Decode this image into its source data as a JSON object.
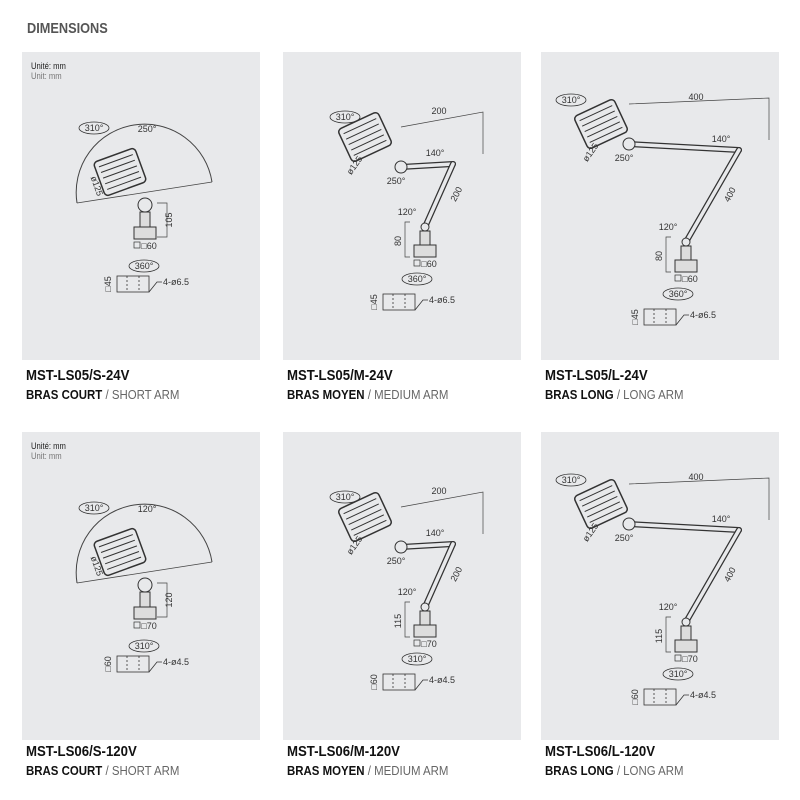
{
  "title": "DIMENSIONS",
  "units": {
    "fr": "Unité: mm",
    "en": "Unit: mm"
  },
  "products": [
    {
      "model": "MST-LS05/S-24V",
      "arm_fr": "BRAS COURT",
      "arm_en": "/ SHORT ARM",
      "type": "short",
      "units": true,
      "labels": {
        "head_rot": "310°",
        "sweep": "250°",
        "dia": "ø125",
        "height": "105",
        "base": "□60",
        "base_rot": "360°",
        "plate": "□45",
        "holes": "4-ø6.5"
      }
    },
    {
      "model": "MST-LS05/M-24V",
      "arm_fr": "BRAS MOYEN",
      "arm_en": "/ MEDIUM ARM",
      "type": "medium",
      "units": false,
      "labels": {
        "head_rot": "310°",
        "arm1": "200",
        "elbow": "140°",
        "dia": "ø125",
        "head_angle": "250°",
        "lower_angle": "120°",
        "arm2": "200",
        "height": "80",
        "base": "□60",
        "base_rot": "360°",
        "plate": "□45",
        "holes": "4-ø6.5"
      }
    },
    {
      "model": "MST-LS05/L-24V",
      "arm_fr": "BRAS LONG",
      "arm_en": "/ LONG ARM",
      "type": "long",
      "units": false,
      "labels": {
        "head_rot": "310°",
        "arm1": "400",
        "elbow": "140°",
        "dia": "ø125",
        "head_angle": "250°",
        "lower_angle": "120°",
        "arm2": "400",
        "height": "80",
        "base": "□60",
        "base_rot": "360°",
        "plate": "□45",
        "holes": "4-ø6.5"
      }
    },
    {
      "model": "MST-LS06/S-120V",
      "arm_fr": "BRAS COURT",
      "arm_en": "/ SHORT ARM",
      "type": "short",
      "units": true,
      "labels": {
        "head_rot": "310°",
        "sweep": "120°",
        "dia": "ø125",
        "height": "120",
        "base": "□70",
        "base_rot": "310°",
        "plate": "□60",
        "holes": "4-ø4.5"
      }
    },
    {
      "model": "MST-LS06/M-120V",
      "arm_fr": "BRAS MOYEN",
      "arm_en": "/ MEDIUM ARM",
      "type": "medium",
      "units": false,
      "labels": {
        "head_rot": "310°",
        "arm1": "200",
        "elbow": "140°",
        "dia": "ø125",
        "head_angle": "250°",
        "lower_angle": "120°",
        "arm2": "200",
        "height": "115",
        "base": "□70",
        "base_rot": "310°",
        "plate": "□60",
        "holes": "4-ø4.5"
      }
    },
    {
      "model": "MST-LS06/L-120V",
      "arm_fr": "BRAS LONG",
      "arm_en": "/ LONG ARM",
      "type": "long",
      "units": false,
      "labels": {
        "head_rot": "310°",
        "arm1": "400",
        "elbow": "140°",
        "dia": "ø125",
        "head_angle": "250°",
        "lower_angle": "120°",
        "arm2": "400",
        "height": "115",
        "base": "□70",
        "base_rot": "310°",
        "plate": "□60",
        "holes": "4-ø4.5"
      }
    }
  ]
}
